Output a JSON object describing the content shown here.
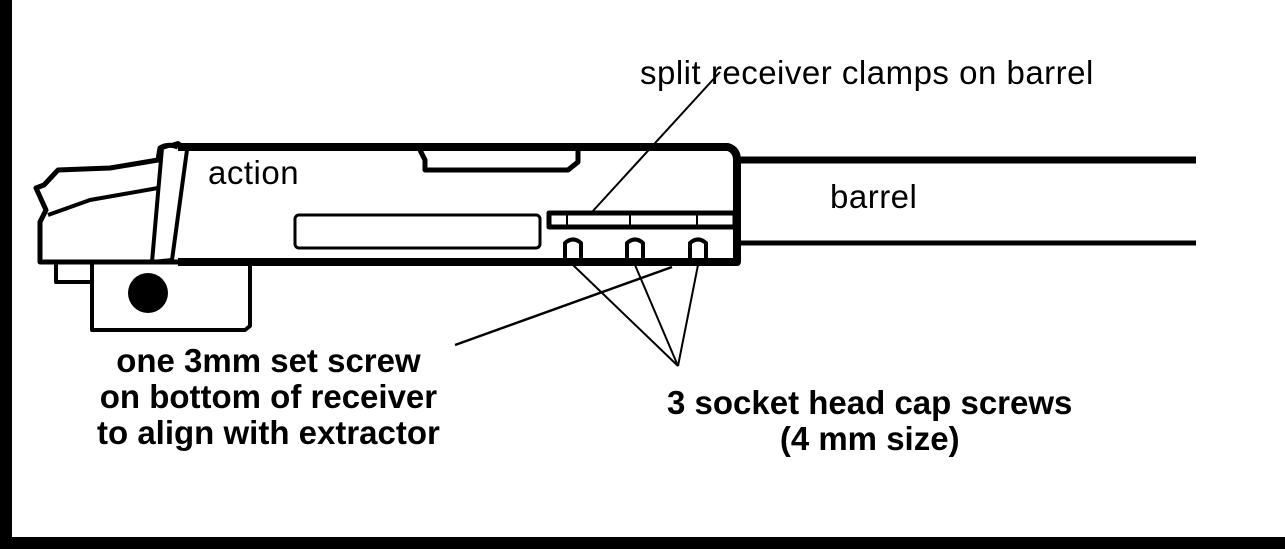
{
  "labels": {
    "action": "action",
    "barrel": "barrel",
    "clamps": "split receiver clamps on barrel",
    "set_screw": [
      "one 3mm set screw",
      "on bottom of receiver",
      "to align with extractor"
    ],
    "cap_screws": [
      "3 socket head cap screws",
      "(4 mm size)"
    ]
  }
}
